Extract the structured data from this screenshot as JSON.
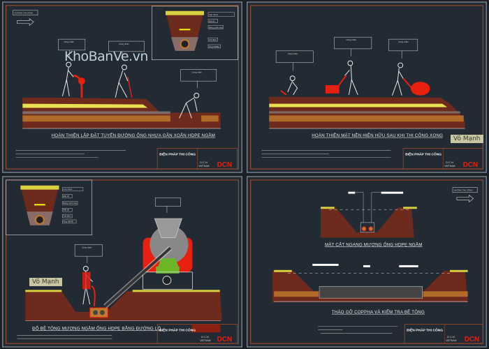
{
  "watermark": "KhoBanVe.vn",
  "signature": "Võ Mạnh",
  "direction_label": "HƯỚNG THI CÔNG",
  "worker_label": "Công nhân",
  "title_block": {
    "heading": "BIỆN PHÁP THI CÔNG",
    "company": "D.C.N",
    "country": "VIETNAM",
    "logo": "DCN"
  },
  "panels": [
    {
      "title": "HOÀN THIỆN LẮP ĐẶT TUYẾN ĐƯỜNG ỐNG NHỰA GÂN XOẮN HDPE NGẦM"
    },
    {
      "title": "HOÀN THIỆN MẶT NỀN HIỆN HỮU SAU KHI THI CÔNG XONG"
    },
    {
      "title": "ĐỔ BÊ TÔNG MƯƠNG NGẦM ỐNG HDPE BẰNG ĐƯỜNG LÔ"
    },
    {
      "title": "MẶT CẮT NGANG MƯƠNG ỐNG HDPE NGẦM",
      "title2": "THÁO GỠ COPPHA VÀ KIỂM TRA BÊ TÔNG"
    }
  ],
  "inset_labels": [
    "Lớp nhựa",
    "Đất đỏ",
    "Băng cảnh báo",
    "Đất đỏ",
    "Cát đệm",
    "Ống HDPE"
  ],
  "colors": {
    "background": "#1c2127",
    "frame": "#b0502a",
    "soil": "#6e2a1c",
    "asphalt": "#d8d040",
    "pipe": "#c07a2a",
    "machine": "#e82010"
  }
}
